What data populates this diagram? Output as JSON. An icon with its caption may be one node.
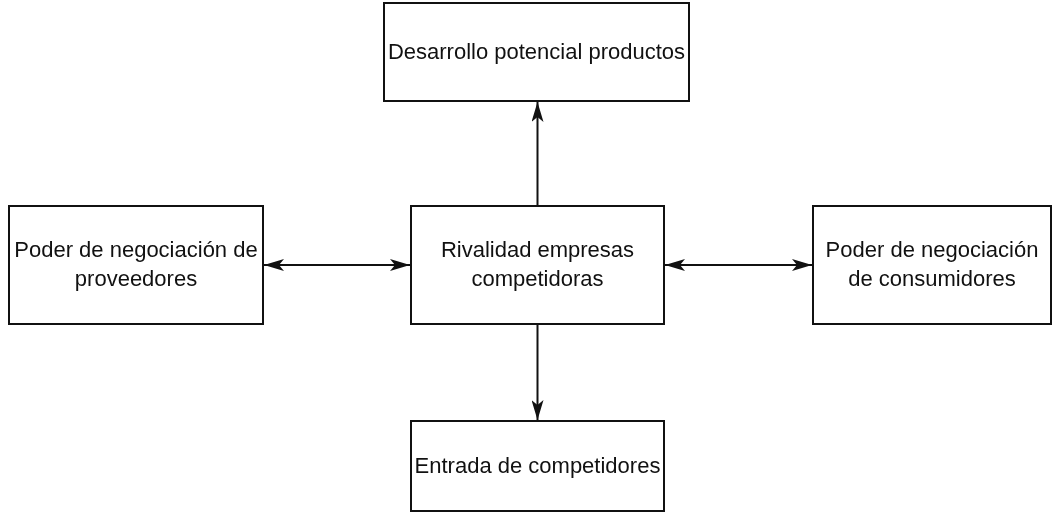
{
  "diagram": {
    "nodes": [
      {
        "text": [
          "Desarrollo potencial productos"
        ]
      },
      {
        "text": [
          "Poder de negociación de proveedores"
        ]
      },
      {
        "text": [
          "Rivalidad empresas competidoras"
        ]
      },
      {
        "text": [
          "Poder de negociación de consumidores"
        ]
      },
      {
        "text": [
          "Entrada de competidores"
        ]
      }
    ],
    "edges": [
      {
        "from": 2,
        "to": 0,
        "arrow": "to"
      },
      {
        "from": 2,
        "to": 1,
        "arrow": "both"
      },
      {
        "from": 2,
        "to": 3,
        "arrow": "both"
      },
      {
        "from": 2,
        "to": 4,
        "arrow": "to"
      }
    ]
  }
}
